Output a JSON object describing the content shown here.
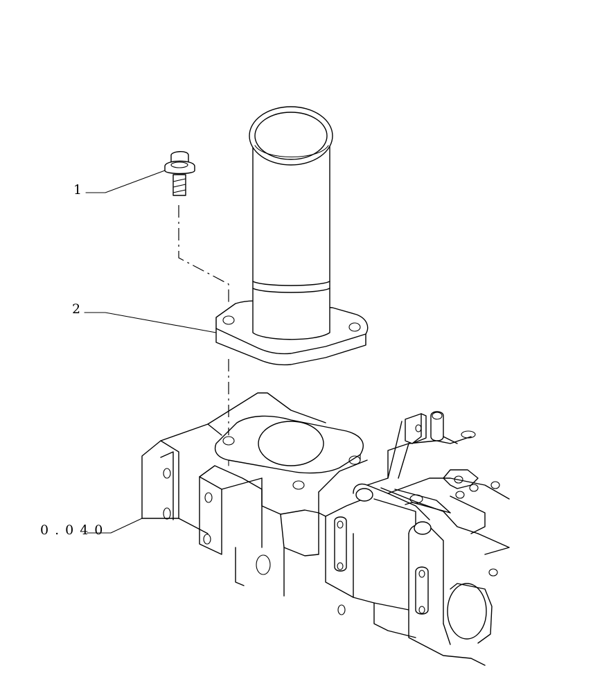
{
  "callouts": [
    {
      "id": "1",
      "label": "1",
      "part": "bolt"
    },
    {
      "id": "2",
      "label": "2",
      "part": "pipe-with-flange"
    },
    {
      "id": "ref",
      "label": "0.040",
      "part": "cylinder-head"
    }
  ],
  "line_color": "#000000",
  "background": "#ffffff"
}
